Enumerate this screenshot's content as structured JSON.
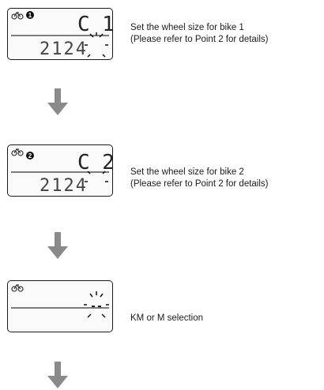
{
  "steps": [
    {
      "bike_number": "1",
      "segment_top": "C 1",
      "segment_bottom": "2124",
      "caption_line1": "Set the wheel size for bike 1",
      "caption_line2": "(Please refer to Point 2 for details)"
    },
    {
      "bike_number": "2",
      "segment_top": "C 2",
      "segment_bottom": "2124",
      "caption_line1": "Set the wheel size for bike 2",
      "caption_line2": "(Please refer to Point 2 for details)"
    },
    {
      "segment_center": "--",
      "caption_line1": "KM or M selection"
    }
  ],
  "icons": {
    "bike_icon": "bike-icon",
    "flow_arrow": "down-arrow-icon"
  },
  "colors": {
    "lcd_border": "#1a1a1a",
    "arrow": "#8a8a8a"
  }
}
